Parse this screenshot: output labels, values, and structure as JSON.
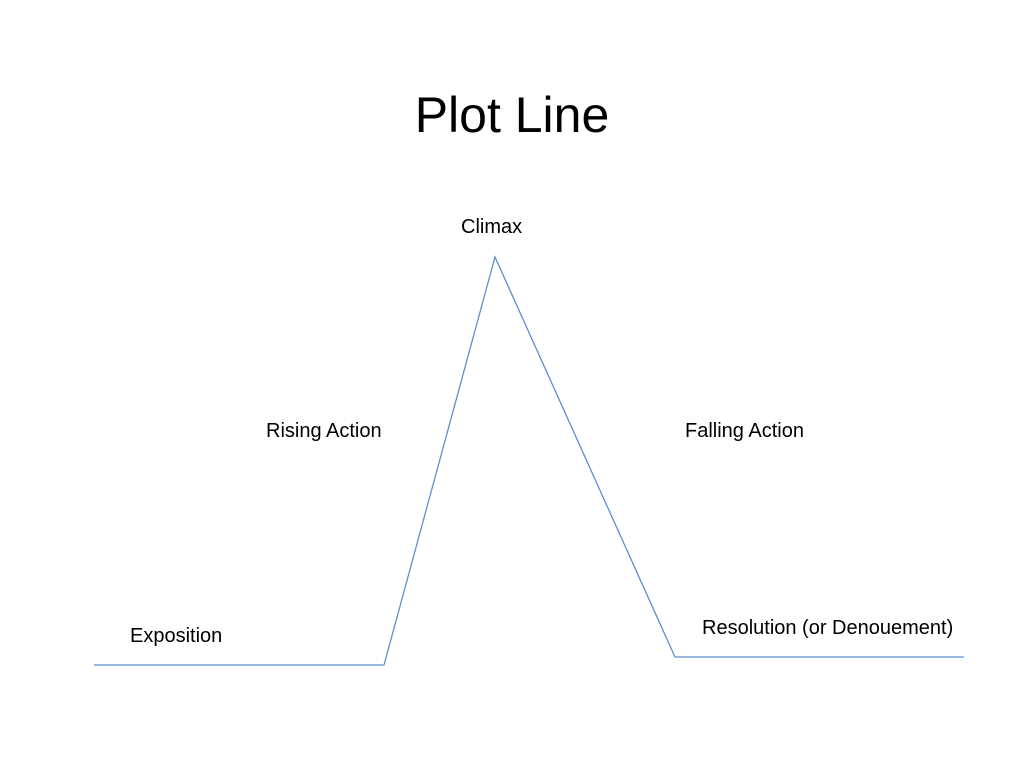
{
  "slide": {
    "title": "Plot Line"
  },
  "plot_line": {
    "line_color": "#5b8fd0",
    "stages": [
      {
        "id": "exposition",
        "label": "Exposition"
      },
      {
        "id": "rising-action",
        "label": "Rising Action"
      },
      {
        "id": "climax",
        "label": "Climax"
      },
      {
        "id": "falling-action",
        "label": "Falling Action"
      },
      {
        "id": "resolution",
        "label": "Resolution (or Denouement)"
      }
    ]
  }
}
